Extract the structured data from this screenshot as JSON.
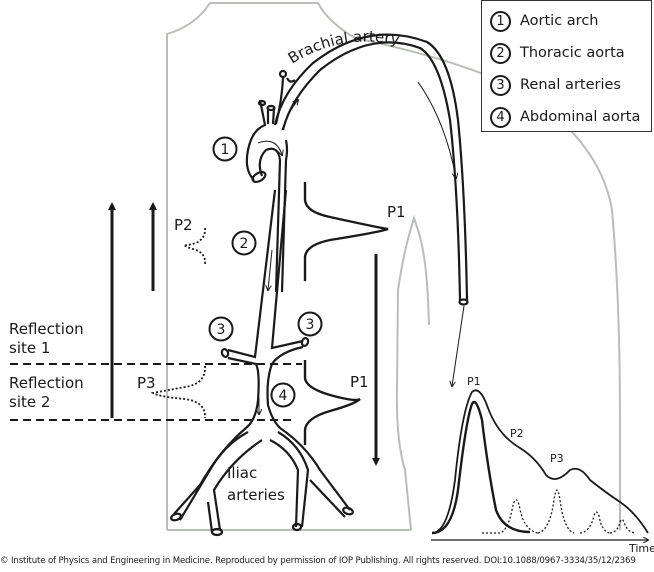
{
  "figure": {
    "title_curved": "Brachial artery",
    "iliac_label_line1": "Iliac",
    "iliac_label_line2": "arteries",
    "reflection_site_1": {
      "line1": "Reflection",
      "line2": "site 1"
    },
    "reflection_site_2": {
      "line1": "Reflection",
      "line2": "site 2"
    },
    "markers": {
      "aortic_arch": "1",
      "thoracic_aorta": "2",
      "renal_artery_left": "3",
      "renal_artery_right": "3",
      "abdominal_aorta": "4"
    },
    "wave_labels": {
      "p1_upper": "P1",
      "p1_lower": "P1",
      "p2": "P2",
      "p3": "P3"
    },
    "waveform_panel": {
      "p1": "P1",
      "p2": "P2",
      "p3": "P3",
      "x_axis_label": "Time"
    },
    "colors": {
      "ink": "#1a1a1a",
      "body_outline": "#b9bfb8"
    }
  },
  "legend": {
    "items": [
      {
        "num": "1",
        "label": "Aortic arch"
      },
      {
        "num": "2",
        "label": "Thoracic aorta"
      },
      {
        "num": "3",
        "label": "Renal arteries"
      },
      {
        "num": "4",
        "label": "Abdominal aorta"
      }
    ]
  },
  "caption": "© Institute of Physics and Engineering in Medicine.  Reproduced by permission of IOP Publishing.  All rights reserved. DOI:10.1088/0967-3334/35/12/2369"
}
